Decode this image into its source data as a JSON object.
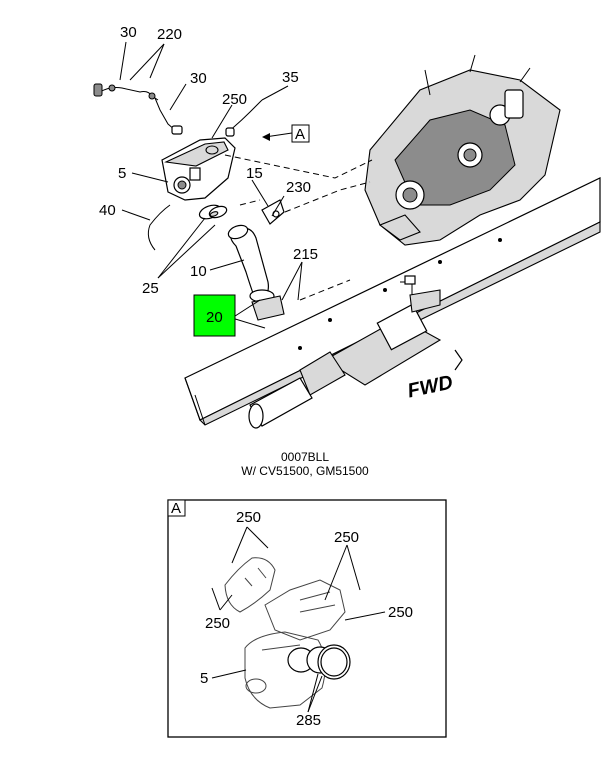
{
  "highlight_color": "#00ff00",
  "main_view": {
    "callouts": {
      "c30_top": "30",
      "c220": "220",
      "c30_mid": "30",
      "c35": "35",
      "c250": "250",
      "cA": "A",
      "c5": "5",
      "c15": "15",
      "c230": "230",
      "c40": "40",
      "c10": "10",
      "c215": "215",
      "c25": "25",
      "c20": "20"
    },
    "fwd_label": "FWD"
  },
  "caption": {
    "code": "0007BLL",
    "applicability": "W/ CV51500, GM51500"
  },
  "detail_view": {
    "tag": "A",
    "callouts": {
      "c250_top": "250",
      "c250_right_top": "250",
      "c250_left": "250",
      "c250_right": "250",
      "c5": "5",
      "c285": "285"
    }
  }
}
